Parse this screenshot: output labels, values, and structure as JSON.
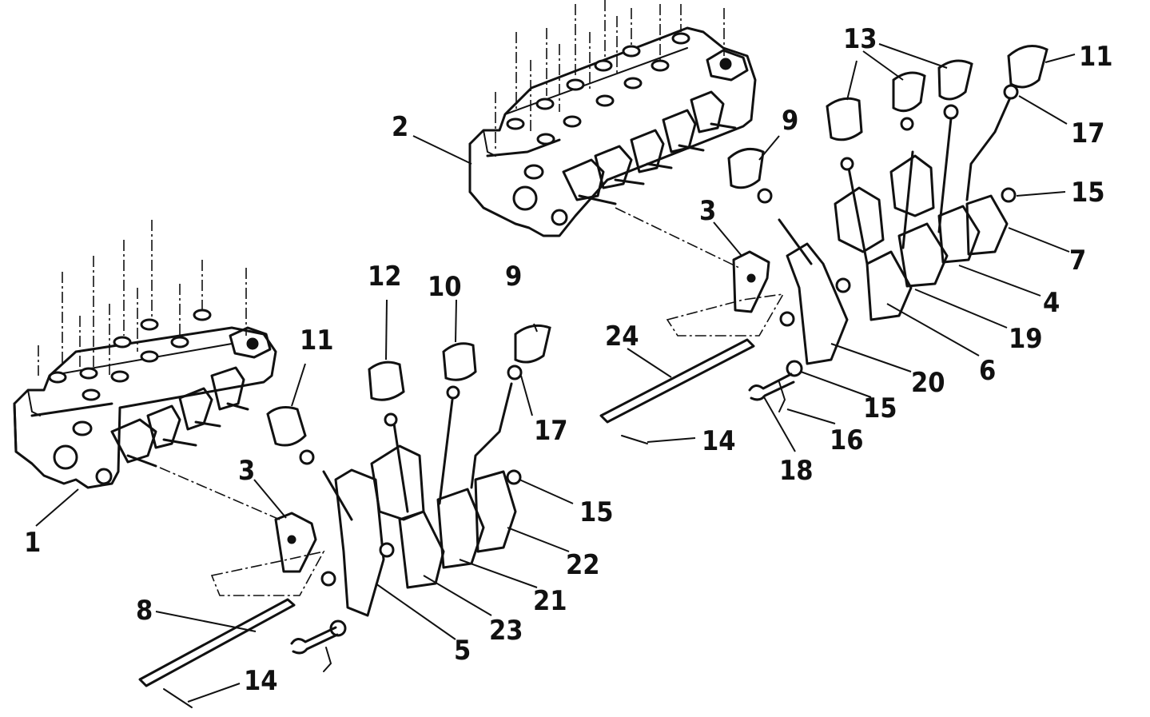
{
  "callouts": {
    "c1": "1",
    "c2": "2",
    "c3a": "3",
    "c3b": "3",
    "c4": "4",
    "c5": "5",
    "c6": "6",
    "c7": "7",
    "c8": "8",
    "c9a": "9",
    "c9b": "9",
    "c10": "10",
    "c11a": "11",
    "c11b": "11",
    "c12": "12",
    "c13": "13",
    "c14a": "14",
    "c14b": "14",
    "c15a": "15",
    "c15b": "15",
    "c15c": "15",
    "c16": "16",
    "c17a": "17",
    "c17b": "17",
    "c18": "18",
    "c19": "19",
    "c20": "20",
    "c21": "21",
    "c22": "22",
    "c23": "23",
    "c24": "24"
  }
}
